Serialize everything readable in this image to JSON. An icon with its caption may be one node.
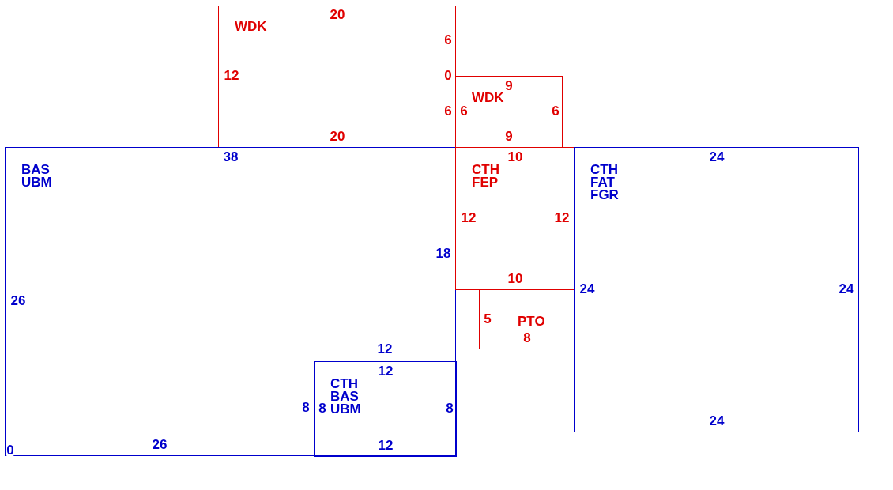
{
  "diagram": {
    "nodes": [
      {
        "text": [
          "WDK",
          "20",
          "6",
          "12",
          "0",
          "6",
          "20"
        ]
      },
      {
        "text": [
          "WDK",
          "9",
          "6",
          "6",
          "9"
        ]
      },
      {
        "text": [
          "BAS UBM",
          "38",
          "26",
          "18",
          "12",
          "8",
          "26",
          "0"
        ]
      },
      {
        "text": [
          "CTH BAS UBM",
          "12",
          "8",
          "8",
          "12"
        ],
        "in": 2
      },
      {
        "text": [
          "CTH FEP",
          "10",
          "12",
          "12",
          "10"
        ]
      },
      {
        "text": [
          "5",
          "PTO",
          "8"
        ]
      },
      {
        "text": [
          "CTH FAT FGR",
          "24",
          "24",
          "24",
          "24"
        ]
      }
    ]
  }
}
